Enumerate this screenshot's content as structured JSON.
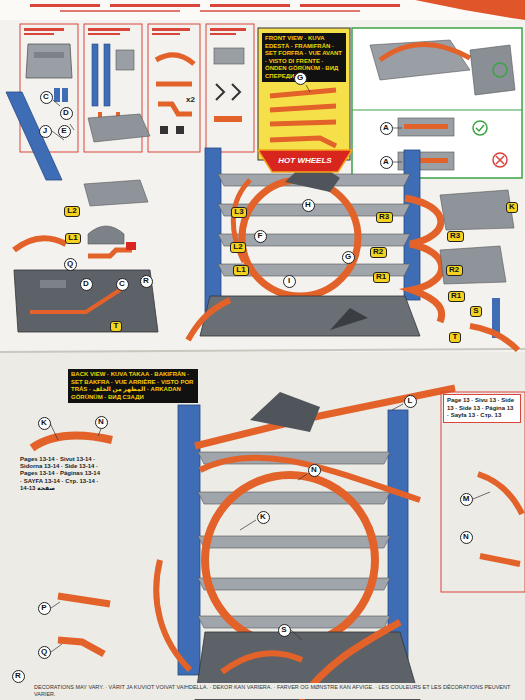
{
  "diagram": {
    "nodes": [
      {
        "text": [
          "C"
        ]
      },
      {
        "text": [
          "D"
        ]
      },
      {
        "text": [
          "J"
        ]
      },
      {
        "text": [
          "E"
        ]
      },
      {
        "text": [
          "FRONT VIEW · KUVA EDESTÄ · FRAMIFRÅN · SET FORFRA · VUE AVANT · VISTO DI FRENTE · ÖNDEN GÖRÜNÜM · ВИД СПЕРЕДИ"
        ]
      },
      {
        "text": [
          "G"
        ]
      },
      {
        "text": [
          "A"
        ]
      },
      {
        "text": [
          "A"
        ]
      },
      {
        "text": [
          "L2"
        ]
      },
      {
        "text": [
          "L1"
        ]
      },
      {
        "text": [
          "Q"
        ]
      },
      {
        "text": [
          "D"
        ]
      },
      {
        "text": [
          "C"
        ]
      },
      {
        "text": [
          "R"
        ]
      },
      {
        "text": [
          "T"
        ]
      },
      {
        "text": [
          "H"
        ]
      },
      {
        "text": [
          "L3"
        ]
      },
      {
        "text": [
          "F"
        ]
      },
      {
        "text": [
          "L2"
        ]
      },
      {
        "text": [
          "R3"
        ]
      },
      {
        "text": [
          "R2"
        ]
      },
      {
        "text": [
          "G"
        ]
      },
      {
        "text": [
          "L1"
        ]
      },
      {
        "text": [
          "R1"
        ]
      },
      {
        "text": [
          "I"
        ]
      },
      {
        "text": [
          "K"
        ]
      },
      {
        "text": [
          "R3"
        ]
      },
      {
        "text": [
          "R2"
        ]
      },
      {
        "text": [
          "R1"
        ]
      },
      {
        "text": [
          "S"
        ]
      },
      {
        "text": [
          "T"
        ]
      },
      {
        "text": [
          "BACK VIEW · KUVA TAKAA · BAKIFRÅN · SET BAKFRA · VUE ARRIÈRE · VISTO POR TRÁS · المظهر من الخلف · ARKADAN GÖRÜNÜM · ВИД СЗАДИ"
        ]
      },
      {
        "text": [
          "Page 13 · Sivu 13 · Side 13 · Side 13 · Página 13 · Sayfa 13 · Стр. 13"
        ]
      },
      {
        "text": [
          "L"
        ]
      },
      {
        "text": [
          "K"
        ]
      },
      {
        "text": [
          "N"
        ]
      },
      {
        "text": [
          "N"
        ]
      },
      {
        "text": [
          "M"
        ]
      },
      {
        "text": [
          "K"
        ]
      },
      {
        "text": [
          "N"
        ]
      },
      {
        "text": [
          "P"
        ]
      },
      {
        "text": [
          "S"
        ]
      },
      {
        "text": [
          "Q"
        ]
      },
      {
        "text": [
          "R"
        ]
      }
    ],
    "labels": [
      "x2",
      "HOT WHEELS",
      "Pages 13-14 · Sivut 13-14 · Sidorna 13-14 · Side 13-14 · Pages 13-14 · Páginas 13-14 · SAYFA 13-14 · Стр. 13-14 · صفحة 13-14",
      "DECORATIONS MAY VARY. · VÄRIT JA KUVIOT VOIVAT VAIHDELLA. · DEKOR KAN VARIERA. · FARVER OG MØNSTRE KAN AFVIGE. · LES COULEURS ET LES DÉCORATIONS PEUVENT VARIER."
    ]
  }
}
